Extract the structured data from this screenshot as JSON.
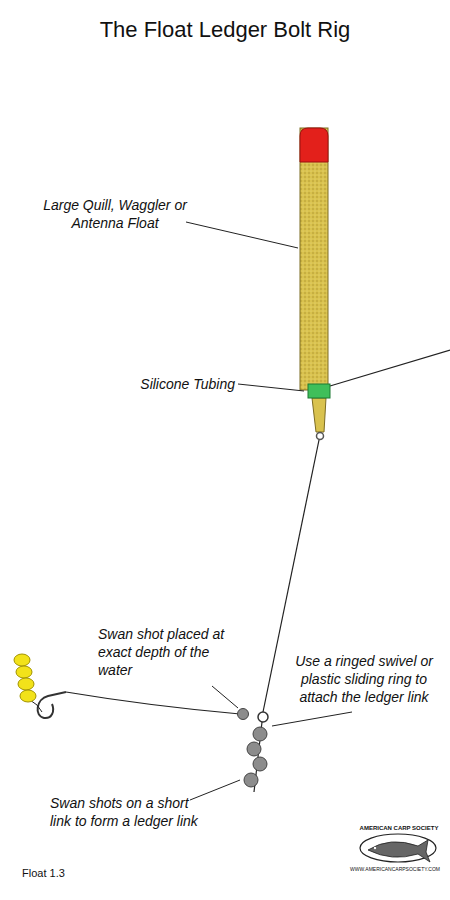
{
  "diagram": {
    "title": "The Float Ledger Bolt Rig",
    "labels": [
      "Large Quill, Waggler or Antenna Float",
      "Silicone Tubing",
      "Swan shot placed at exact depth of the water",
      "Use a ringed swivel or plastic sliding ring to attach the ledger link",
      "Swan shots on a short link to form a ledger link",
      "Float 1.3",
      "AMERICAN CARP SOCIETY",
      "WWW.AMERICANCARPSOCIETY.COM"
    ]
  }
}
